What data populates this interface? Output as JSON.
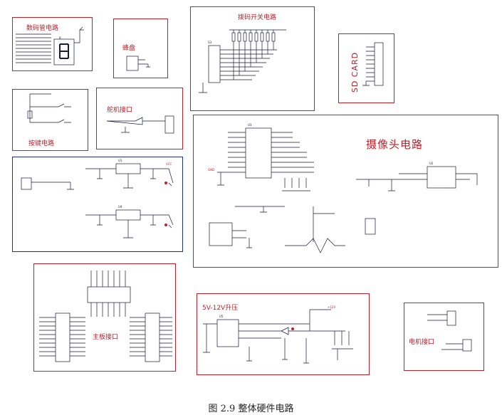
{
  "figure": {
    "caption": "图 2.9  整体硬件电路"
  },
  "blocks": {
    "seven_segment": {
      "title": "数码管电路"
    },
    "buzzer": {
      "title": "蜂盘"
    },
    "dip_switch": {
      "title": "拨码开关电路"
    },
    "sd_card": {
      "title": "SD CARD"
    },
    "keypad": {
      "title": "按键电路"
    },
    "servo": {
      "title": "舵机接口"
    },
    "camera": {
      "title": "摄像头电路"
    },
    "main_board": {
      "title": "主板接口"
    },
    "boost": {
      "title": "5V-12V升压"
    },
    "motor": {
      "title": "电机接口"
    }
  },
  "colors": {
    "frame_red": "#c0202a",
    "frame_blue": "#1e2f8a",
    "wire": "#1a1a3a"
  }
}
